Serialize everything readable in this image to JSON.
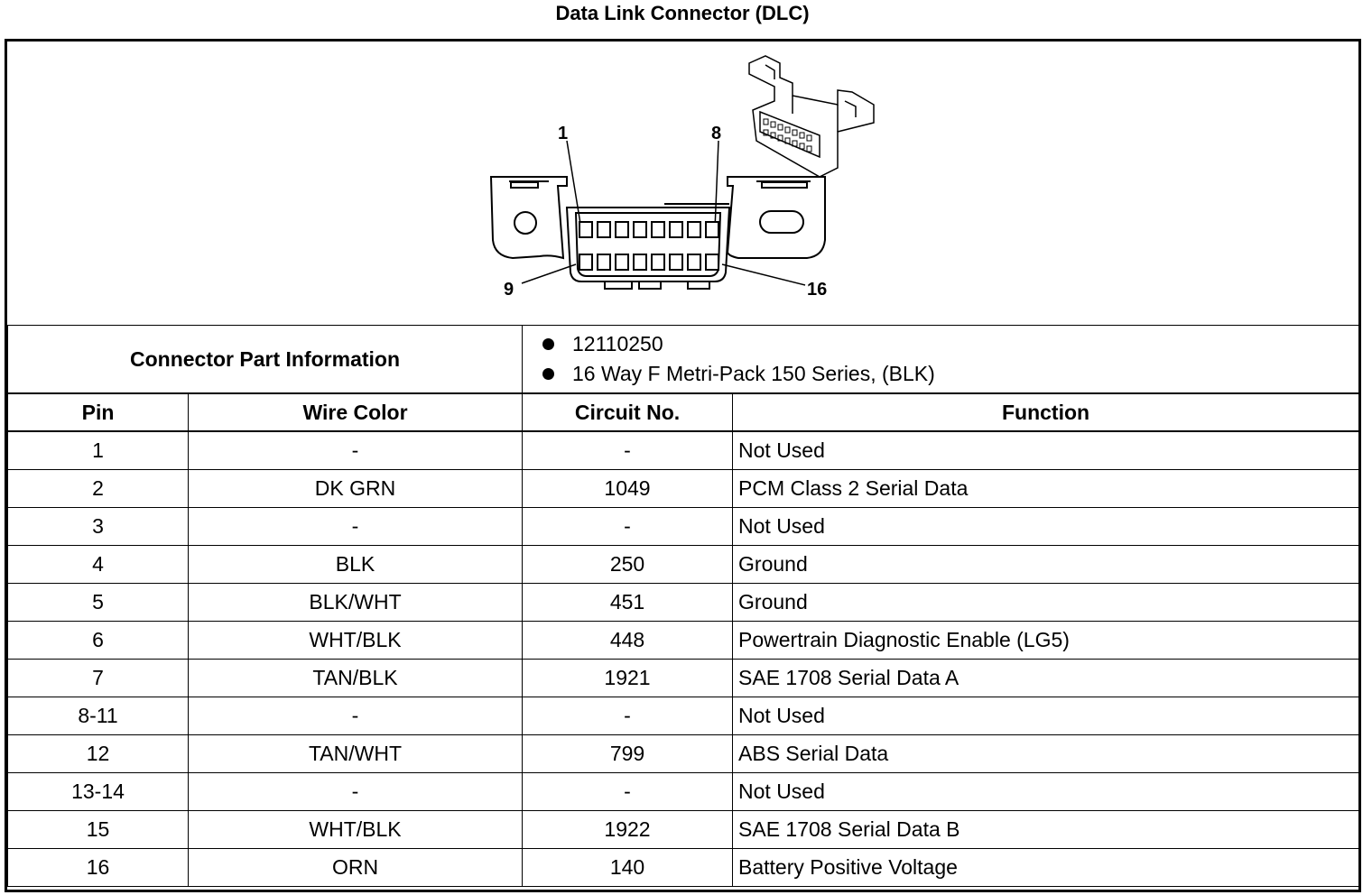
{
  "title": "Data Link Connector (DLC)",
  "diagram": {
    "pin_callouts": [
      "1",
      "8",
      "9",
      "16"
    ]
  },
  "connector_info": {
    "label": "Connector Part Information",
    "items": [
      "12110250",
      "16 Way F Metri-Pack 150 Series, (BLK)"
    ]
  },
  "table": {
    "headers": {
      "pin": "Pin",
      "wire_color": "Wire Color",
      "circuit": "Circuit No.",
      "function": "Function"
    },
    "rows": [
      {
        "pin": "1",
        "wire_color": "-",
        "circuit": "-",
        "function": "Not Used"
      },
      {
        "pin": "2",
        "wire_color": "DK GRN",
        "circuit": "1049",
        "function": "PCM Class 2 Serial Data"
      },
      {
        "pin": "3",
        "wire_color": "-",
        "circuit": "-",
        "function": "Not Used"
      },
      {
        "pin": "4",
        "wire_color": "BLK",
        "circuit": "250",
        "function": "Ground"
      },
      {
        "pin": "5",
        "wire_color": "BLK/WHT",
        "circuit": "451",
        "function": "Ground"
      },
      {
        "pin": "6",
        "wire_color": "WHT/BLK",
        "circuit": "448",
        "function": "Powertrain Diagnostic Enable (LG5)"
      },
      {
        "pin": "7",
        "wire_color": "TAN/BLK",
        "circuit": "1921",
        "function": "SAE 1708 Serial Data A"
      },
      {
        "pin": "8-11",
        "wire_color": "-",
        "circuit": "-",
        "function": "Not Used"
      },
      {
        "pin": "12",
        "wire_color": "TAN/WHT",
        "circuit": "799",
        "function": "ABS Serial Data"
      },
      {
        "pin": "13-14",
        "wire_color": "-",
        "circuit": "-",
        "function": "Not Used"
      },
      {
        "pin": "15",
        "wire_color": "WHT/BLK",
        "circuit": "1922",
        "function": "SAE 1708 Serial Data B"
      },
      {
        "pin": "16",
        "wire_color": "ORN",
        "circuit": "140",
        "function": "Battery Positive Voltage"
      }
    ]
  }
}
